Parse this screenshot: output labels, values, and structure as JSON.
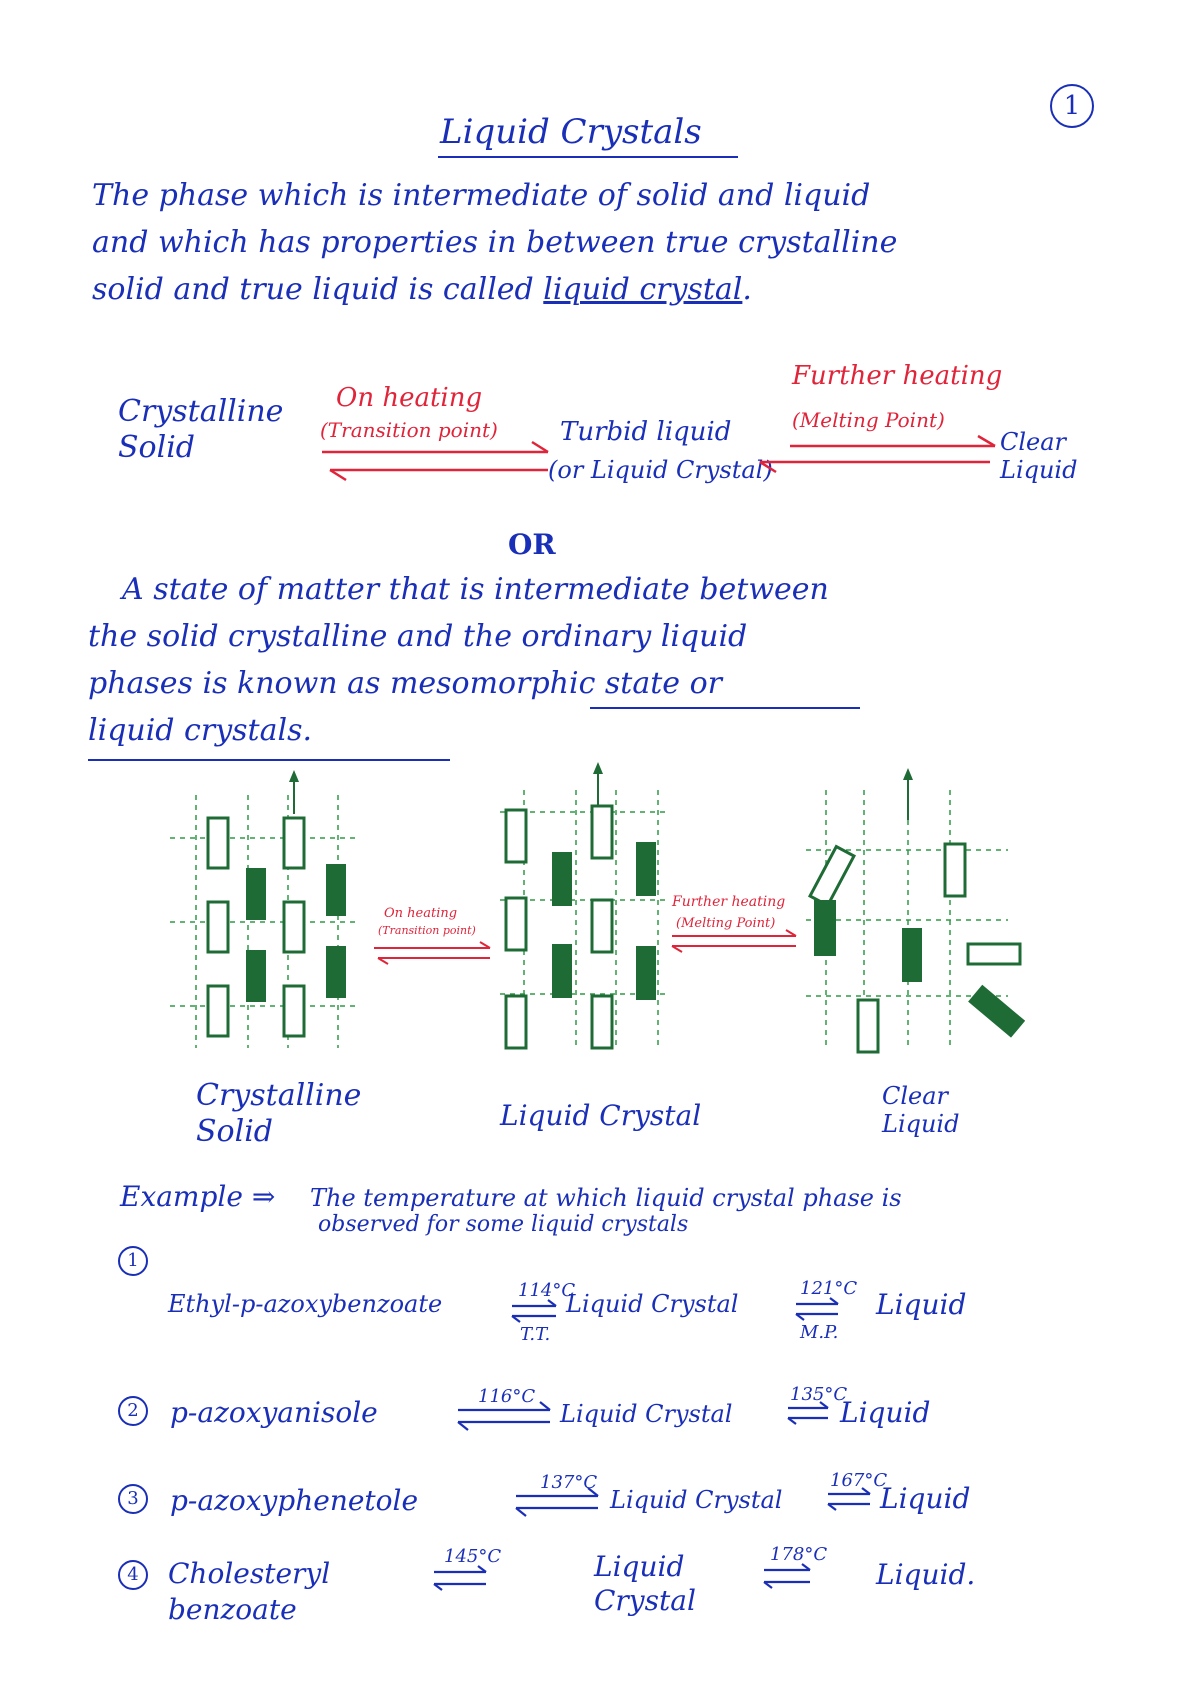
{
  "page": {
    "title": "Liquid Crystals",
    "page_number": "1"
  },
  "definition": {
    "line1": "The phase which is intermediate of solid and liquid",
    "line2": "and which has properties in between true crystalline",
    "line3_prefix": "solid and true liquid is called ",
    "line3_term": "liquid crystal",
    "line3_suffix": "."
  },
  "scheme1": {
    "left_line1": "Crystalline",
    "left_line2": "Solid",
    "arrow1_top": "On heating",
    "arrow1_sub": "(Transition point)",
    "middle_line1": "Turbid liquid",
    "middle_line2": "(or Liquid Crystal)",
    "arrow2_top": "Further heating",
    "arrow2_sub": "(Melting Point)",
    "right_line1": "Clear",
    "right_line2": "Liquid"
  },
  "or_label": "OR",
  "definition2": {
    "line1": "A state of matter that is intermediate between",
    "line2": "the solid crystalline and the ordinary liquid",
    "line3_prefix": "phases is known as ",
    "line3_term": "mesomorphic state",
    "line3_suffix": " or",
    "line4_term": "liquid crystals",
    "line4_suffix": "."
  },
  "diagram": {
    "arrow1_top": "On heating",
    "arrow1_sub": "(Transition point)",
    "arrow2_top": "Further heating",
    "arrow2_sub": "(Melting Point)",
    "label_left_line1": "Crystalline",
    "label_left_line2": "Solid",
    "label_middle": "Liquid Crystal",
    "label_right_line1": "Clear",
    "label_right_line2": "Liquid",
    "colors": {
      "filled": "#1f6b35",
      "grid": "#2f9a46",
      "outline": "#1f6b35"
    }
  },
  "example": {
    "heading_prefix": "Example ⇒",
    "heading_line1": "The temperature at which liquid crystal phase is",
    "heading_line2": "observed for some liquid crystals",
    "items": [
      {
        "num": "1",
        "compound": "Ethyl-p-azoxybenzoate",
        "t1": "114°C",
        "t1_sub": "T.T.",
        "mid": "Liquid Crystal",
        "t2": "121°C",
        "t2_sub": "M.P.",
        "end": "Liquid"
      },
      {
        "num": "2",
        "compound": "p-azoxyanisole",
        "t1": "116°C",
        "mid": "Liquid Crystal",
        "t2": "135°C",
        "end": "Liquid"
      },
      {
        "num": "3",
        "compound": "p-azoxyphenetole",
        "t1": "137°C",
        "mid": "Liquid Crystal",
        "t2": "167°C",
        "end": "Liquid"
      },
      {
        "num": "4",
        "compound_line1": "Cholesteryl",
        "compound_line2": "benzoate",
        "t1": "145°C",
        "mid_line1": "Liquid",
        "mid_line2": "Crystal",
        "t2": "178°C",
        "end": "Liquid."
      }
    ]
  },
  "colors": {
    "ink_blue": "#1a2fb8",
    "ink_red": "#e0243a"
  }
}
